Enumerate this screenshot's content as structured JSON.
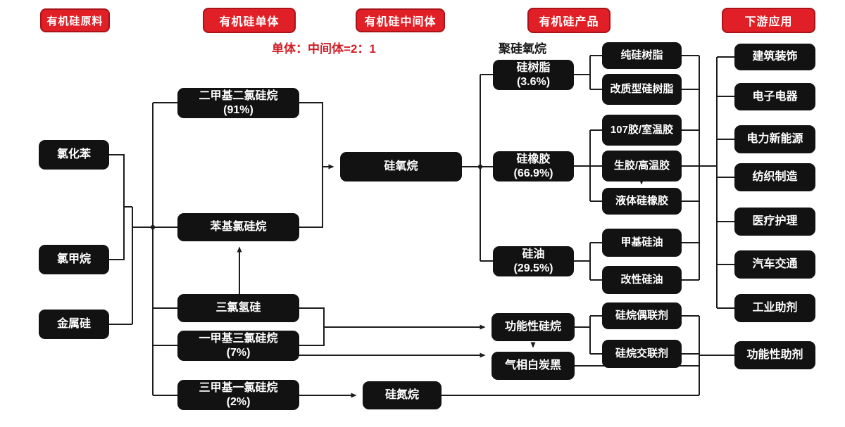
{
  "headers": {
    "raw": "有机硅原料",
    "monomer": "有机硅单体",
    "intermediate": "有机硅中间体",
    "product": "有机硅产品",
    "downstream": "下游应用"
  },
  "note": "单体：中间体=2：1",
  "polysiloxane": "聚硅氧烷",
  "raw": [
    "氯化苯",
    "氯甲烷",
    "金属硅"
  ],
  "monomers": [
    {
      "label": "二甲基二氯硅烷",
      "pct": "(91%)"
    },
    {
      "label": "苯基氯硅烷",
      "pct": ""
    },
    {
      "label": "三氯氢硅",
      "pct": ""
    },
    {
      "label": "一甲基三氯硅烷",
      "pct": "(7%)"
    },
    {
      "label": "三甲基一氯硅烷",
      "pct": "(2%)"
    }
  ],
  "intermediates": [
    "硅氧烷",
    "硅氮烷"
  ],
  "products": [
    {
      "label": "硅树脂",
      "pct": "(3.6%)"
    },
    {
      "label": "硅橡胶",
      "pct": "(66.9%)"
    },
    {
      "label": "硅油",
      "pct": "(29.5%)"
    },
    {
      "label": "功能性硅烷",
      "pct": ""
    },
    {
      "label": "气相白炭黑",
      "pct": ""
    }
  ],
  "subproducts": [
    "纯硅树脂",
    "改质型硅树脂",
    "107胶/室温胶",
    "生胶/高温胶",
    "液体硅橡胶",
    "甲基硅油",
    "改性硅油",
    "硅烷偶联剂",
    "硅烷交联剂"
  ],
  "downstream": [
    "建筑装饰",
    "电子电器",
    "电力新能源",
    "纺织制造",
    "医疗护理",
    "汽车交通",
    "工业助剂",
    "功能性助剂"
  ],
  "colors": {
    "header_red": "#e01f26",
    "header_border": "#aa1318",
    "node_black": "#121212",
    "line": "#1c1c1c"
  }
}
